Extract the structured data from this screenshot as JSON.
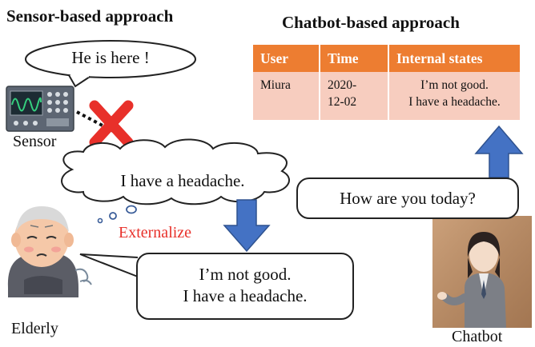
{
  "headings": {
    "sensor_approach": "Sensor-based approach",
    "chatbot_approach": "Chatbot-based approach"
  },
  "speech": {
    "sensor_says": "He is here !",
    "thought": "I have a headache.",
    "chatbot_asks": "How are you today?",
    "elderly_reply_line1": "I’m not good.",
    "elderly_reply_line2": "I have a headache."
  },
  "labels": {
    "sensor": "Sensor",
    "externalize": "Externalize",
    "elderly": "Elderly",
    "chatbot": "Chatbot"
  },
  "table": {
    "headers": [
      "User",
      "Time",
      "Internal states"
    ],
    "row": {
      "user": "Miura",
      "time_line1": "2020-",
      "time_line2": "12-02",
      "state_line1": "I’m not good.",
      "state_line2": "I have a headache."
    }
  },
  "colors": {
    "table_header": "#ED7D31",
    "table_row": "#F7CDBF",
    "arrow_blue": "#4472C4",
    "cross_red": "#E8302A",
    "externalize_red": "#E8302A"
  },
  "icons": {
    "sensor": "oscilloscope-icon",
    "blocked": "red-cross-icon",
    "elderly": "elderly-man-illustration",
    "chatbot": "chatbot-avatar-illustration"
  }
}
